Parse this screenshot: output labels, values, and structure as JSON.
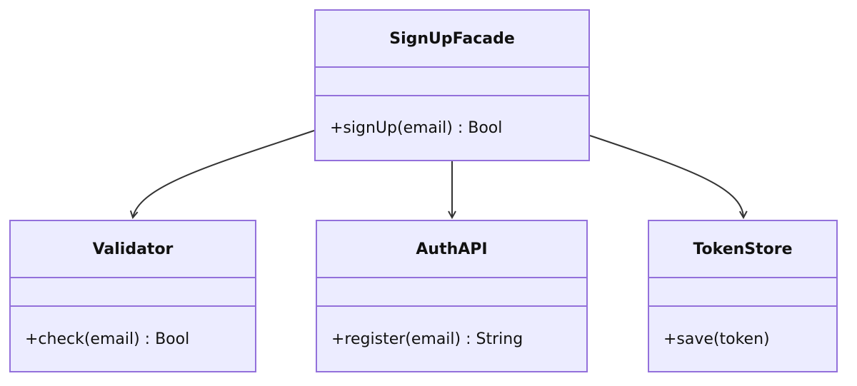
{
  "colors": {
    "box_fill": "#ececff",
    "box_border": "#9370db",
    "edge": "#333333",
    "text": "#111111"
  },
  "classes": [
    {
      "id": "signup-facade",
      "name": "SignUpFacade",
      "attributes": [],
      "methods": [
        "+signUp(email) : Bool"
      ]
    },
    {
      "id": "validator",
      "name": "Validator",
      "attributes": [],
      "methods": [
        "+check(email) : Bool"
      ]
    },
    {
      "id": "auth-api",
      "name": "AuthAPI",
      "attributes": [],
      "methods": [
        "+register(email) : String"
      ]
    },
    {
      "id": "token-store",
      "name": "TokenStore",
      "attributes": [],
      "methods": [
        "+save(token)"
      ]
    }
  ],
  "relations": [
    {
      "from": "SignUpFacade",
      "to": "Validator",
      "type": "association"
    },
    {
      "from": "SignUpFacade",
      "to": "AuthAPI",
      "type": "association"
    },
    {
      "from": "SignUpFacade",
      "to": "TokenStore",
      "type": "association"
    }
  ]
}
